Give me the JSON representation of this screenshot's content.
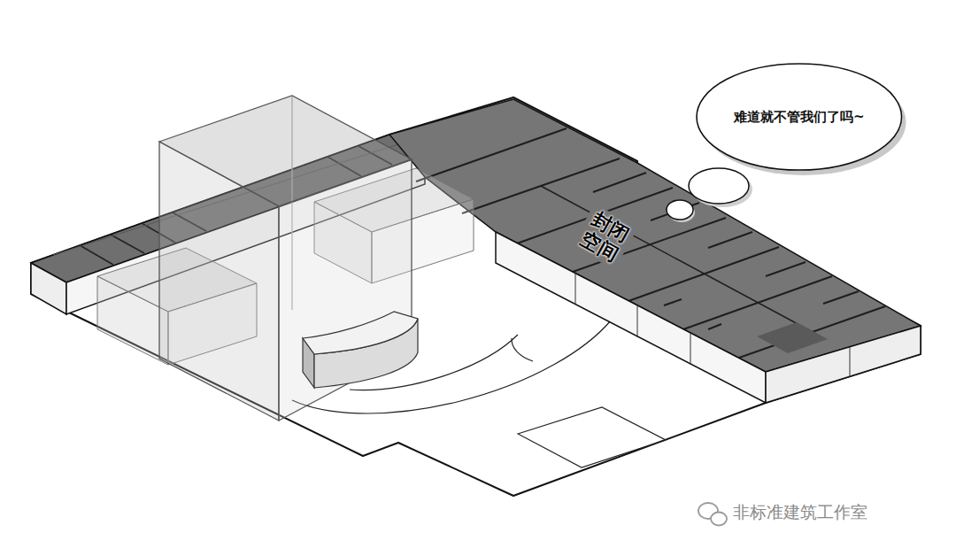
{
  "diagram": {
    "nodes": [
      {
        "text": [
          "难道就不管我们了吗~"
        ]
      }
    ],
    "labels": [
      "封闭空间",
      "非标准建筑工作室"
    ]
  }
}
